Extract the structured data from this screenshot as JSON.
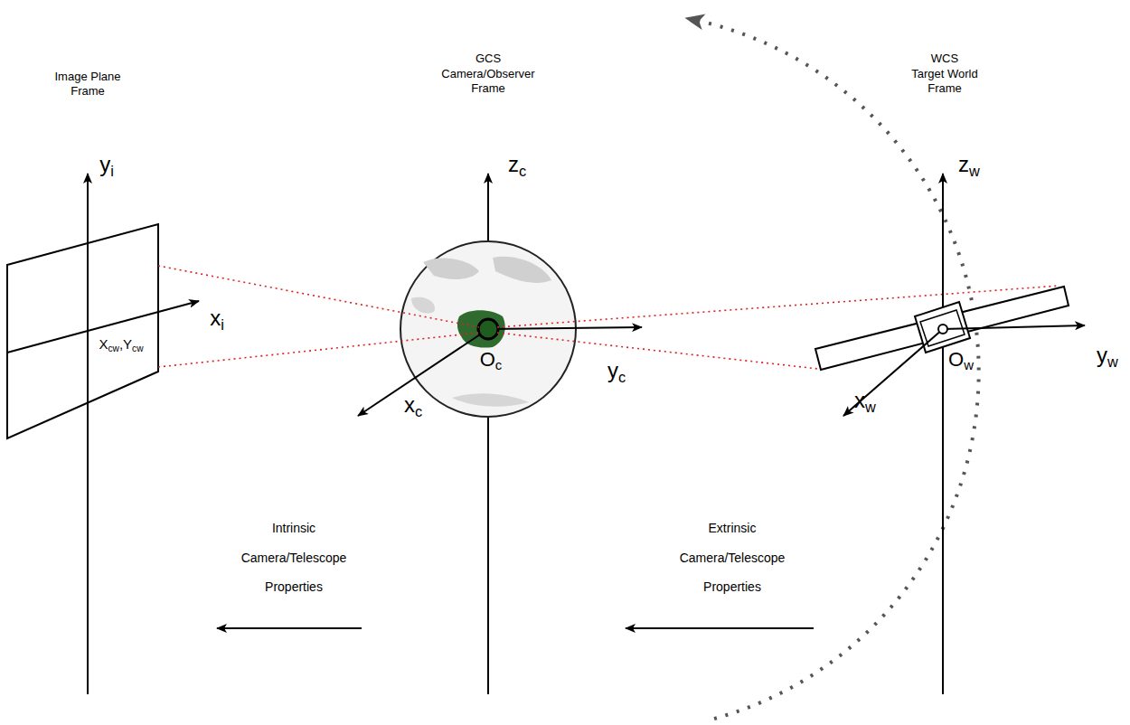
{
  "diagram": {
    "labels": [
      "Image Plane Frame",
      "GCS Camera/Observer Frame",
      "WCS Target World Frame",
      "yi",
      "xi",
      "Xcw,Ycw",
      "zc",
      "xc",
      "Oc",
      "yc",
      "zw",
      "xw",
      "Ow",
      "yw",
      "Intrinsic Camera/Telescope Properties",
      "Extrinsic Camera/Telescope Properties"
    ]
  }
}
